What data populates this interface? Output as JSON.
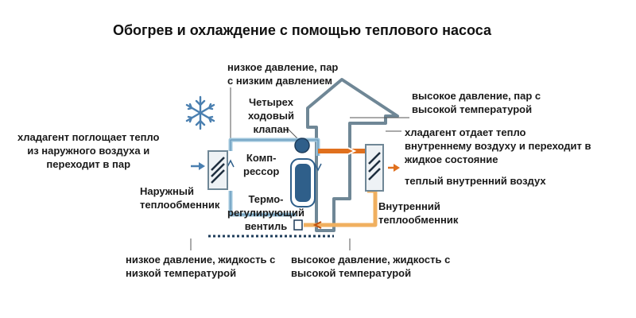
{
  "title": "Обогрев и охлаждение с помощью теплового насоса",
  "labels": {
    "low_pressure_vapor": "низкое давление, пар\nс низким давлением",
    "four_way_valve": "Четырех\nходовый\nклапан",
    "high_pressure_vapor": "высокое давление, пар с\nвысокой температурой",
    "refrigerant_absorbs": "хладагент поглощает тепло\nиз наружного воздуха и\nпереходит в пар",
    "refrigerant_releases": "хладагент отдает тепло\nвнутреннему воздуху и переходит в\nжидкое состояние",
    "compressor": "Комп-\nрессор",
    "warm_indoor_air": "теплый внутренний воздух",
    "outdoor_exchanger": "Наружный\nтеплообменник",
    "expansion_valve": "Термо-\nрегулирующий\nвентиль",
    "indoor_exchanger": "Внутренний\nтеплообменник",
    "low_pressure_liquid": "низкое давление, жидкость с\nнизкой температурой",
    "high_pressure_liquid": "высокое давление, жидкость с\nвысокой температурой"
  },
  "colors": {
    "house": "#6f8796",
    "cold_pipe": "#9fc6dc",
    "hot_pipe": "#e0701e",
    "warm_pipe": "#f0b060",
    "compressor": "#2f5f8a",
    "dotted_line": "#1e3c5a",
    "arrow_blue": "#4a7fb0",
    "arrow_orange": "#e0701e"
  },
  "icons": [
    "snowflake-icon",
    "air-in-arrow-icon",
    "air-out-arrow-icon",
    "flow-arrow-icon"
  ]
}
